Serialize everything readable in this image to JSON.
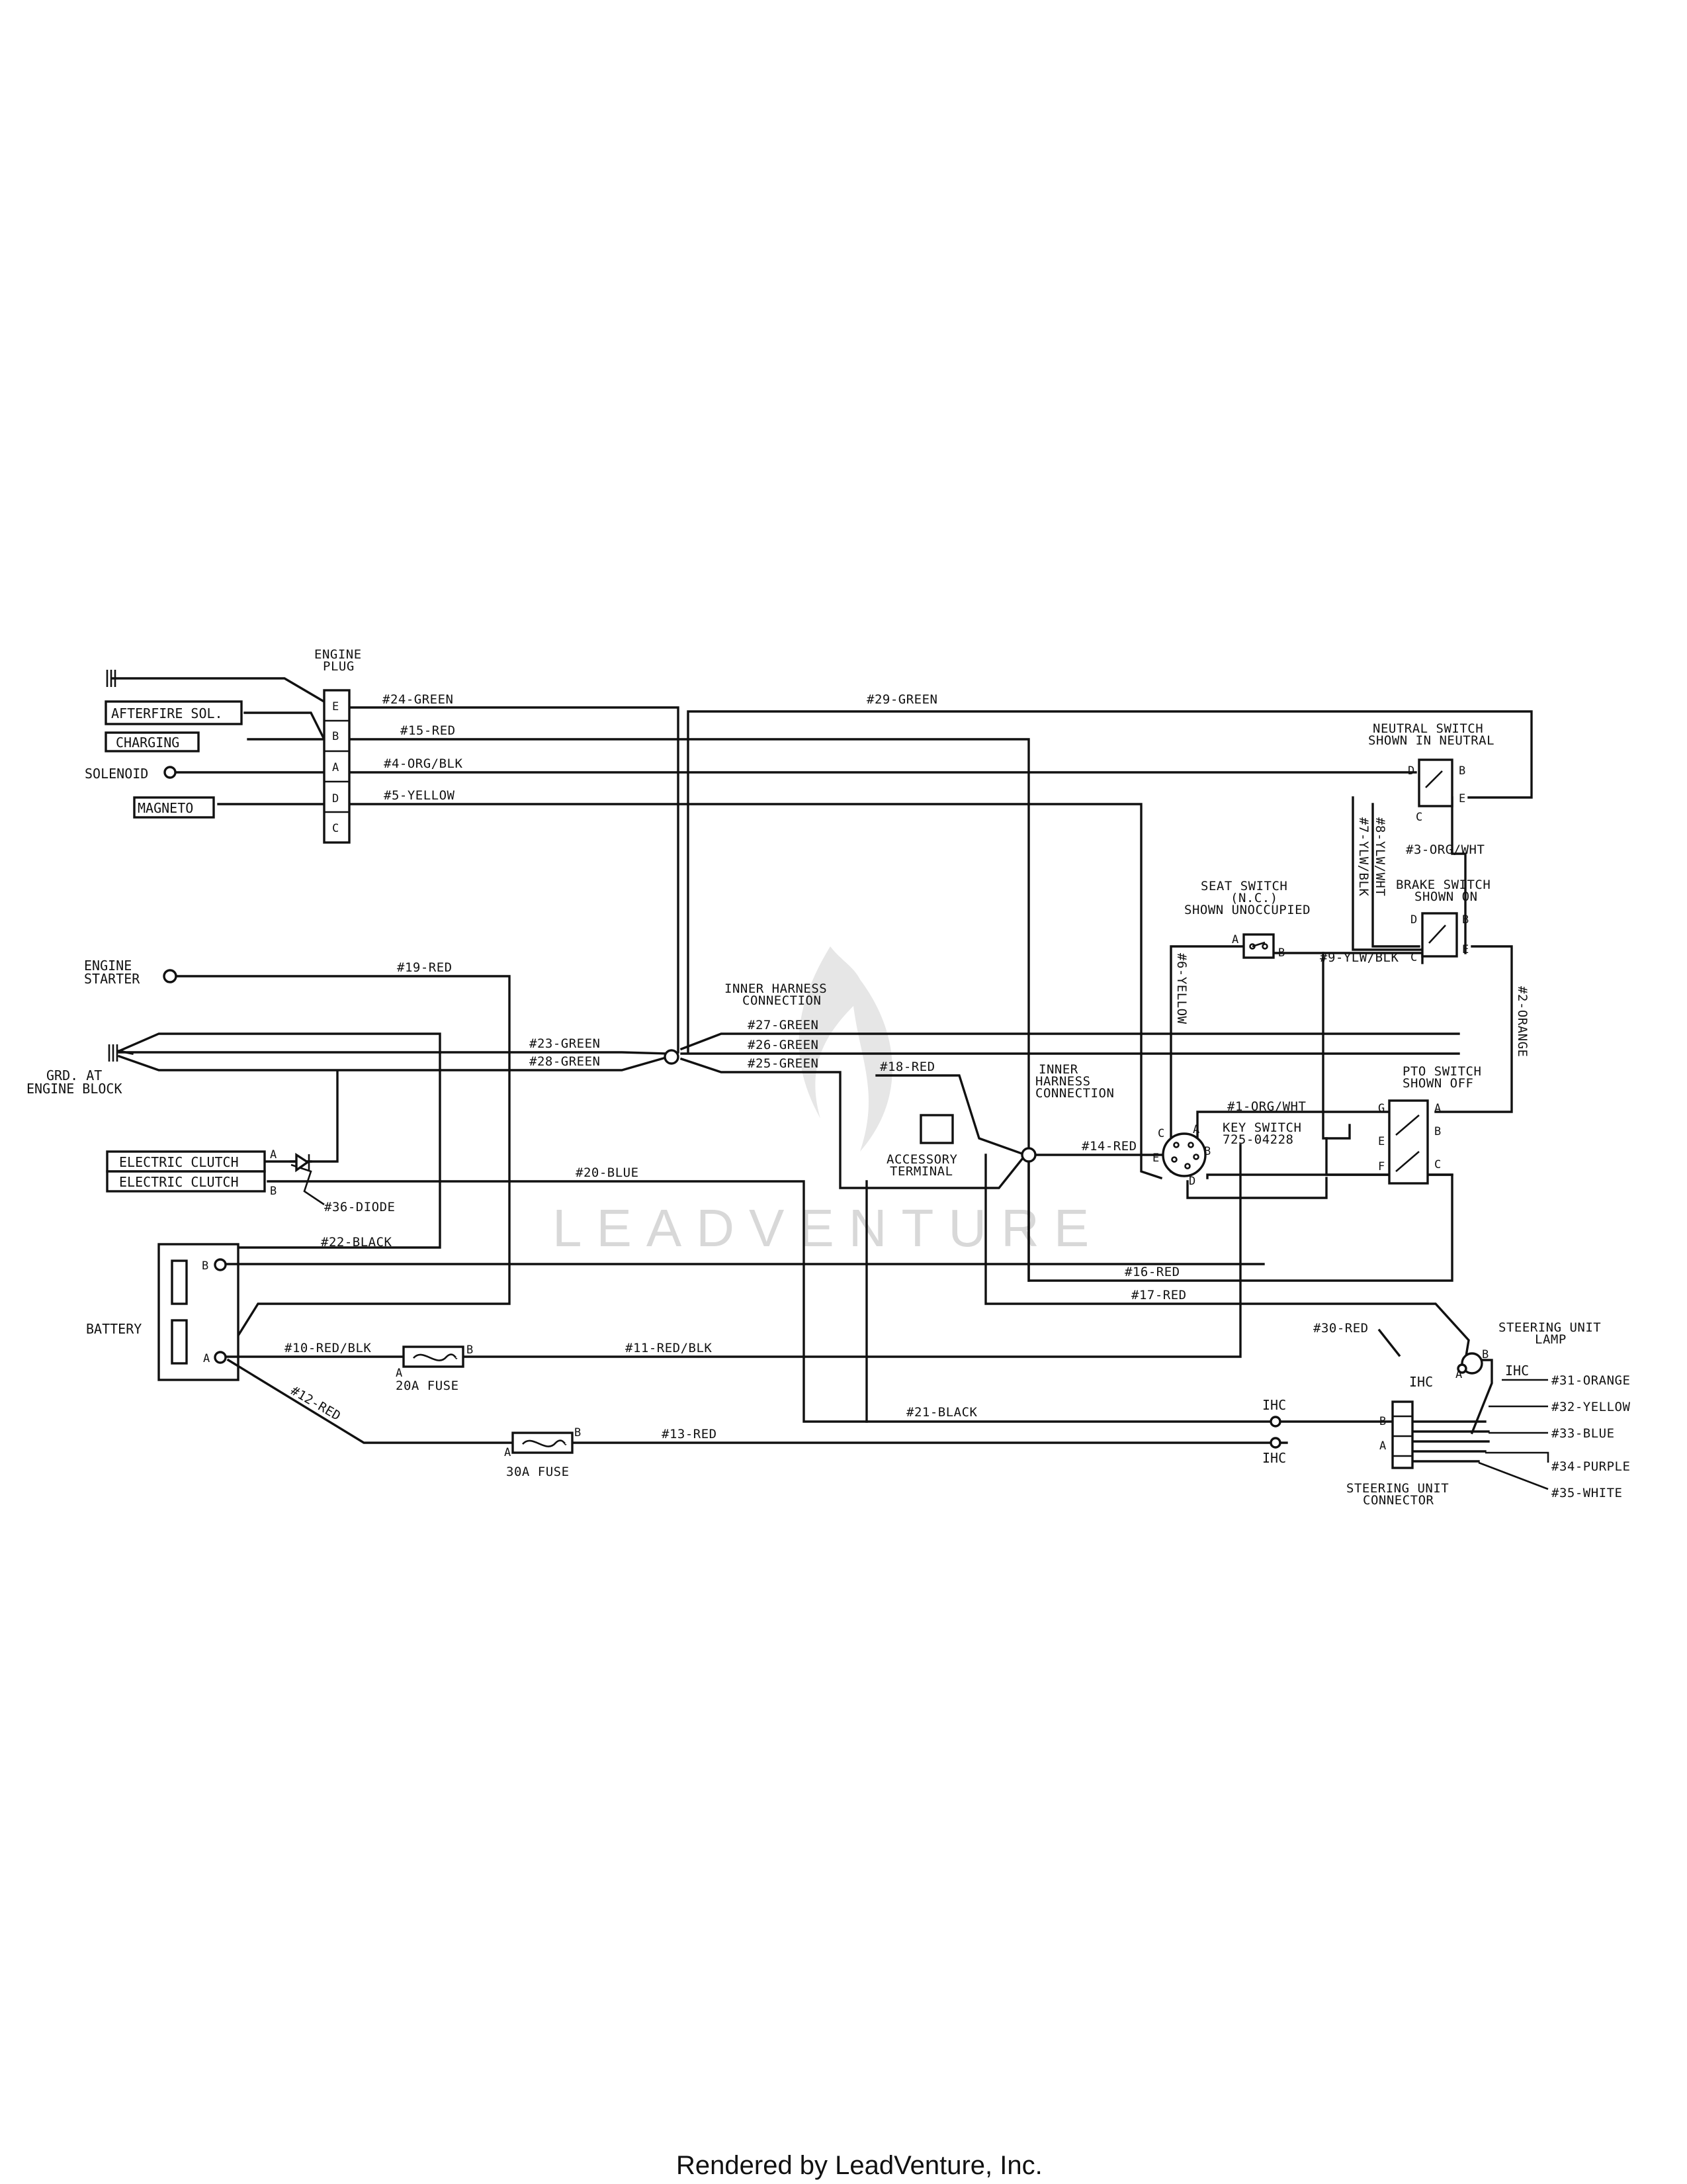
{
  "title": "",
  "watermark": {
    "text": "LEADVENTURE"
  },
  "footer": {
    "text": "Rendered by LeadVenture, Inc."
  },
  "components": {
    "engine_plug": {
      "line1": "ENGINE",
      "line2": "PLUG",
      "pins": [
        "E",
        "B",
        "A",
        "D",
        "C"
      ]
    },
    "afterfire": "AFTERFIRE SOL.",
    "charging": "CHARGING",
    "solenoid": "SOLENOID",
    "magneto": "MAGNETO",
    "engine_starter": {
      "line1": "ENGINE",
      "line2": "STARTER"
    },
    "ground": {
      "line1": "GRD. AT",
      "line2": "ENGINE BLOCK"
    },
    "electric_clutch_a": "ELECTRIC CLUTCH",
    "electric_clutch_b": "ELECTRIC CLUTCH",
    "battery": "BATTERY",
    "fuse_20a": "20A FUSE",
    "fuse_30a": "30A FUSE",
    "inner_harness_1": {
      "line1": "INNER HARNESS",
      "line2": "CONNECTION"
    },
    "inner_harness_2": {
      "line1": "INNER",
      "line2": "HARNESS",
      "line3": "CONNECTION"
    },
    "accessory_terminal": {
      "line1": "ACCESSORY",
      "line2": "TERMINAL"
    },
    "key_switch": {
      "line1": "KEY SWITCH",
      "line2": "725-04228"
    },
    "seat_switch": {
      "line1": "SEAT SWITCH",
      "line2": "(N.C.)",
      "line3": "SHOWN UNOCCUPIED"
    },
    "neutral_switch": {
      "line1": "NEUTRAL SWITCH",
      "line2": "SHOWN IN NEUTRAL"
    },
    "brake_switch": {
      "line1": "BRAKE SWITCH",
      "line2": "SHOWN ON"
    },
    "pto_switch": {
      "line1": "PTO SWITCH",
      "line2": "SHOWN OFF"
    },
    "steering_lamp": {
      "line1": "STEERING UNIT",
      "line2": "LAMP"
    },
    "steering_connector": {
      "line1": "STEERING UNIT",
      "line2": "CONNECTOR"
    },
    "ihc": "IHC"
  },
  "terminals": {
    "A": "A",
    "B": "B",
    "C": "C",
    "D": "D",
    "E": "E",
    "F": "F",
    "G": "G"
  },
  "wires": {
    "w1": "#1-ORG/WHT",
    "w2": "#2-ORANGE",
    "w3": "#3-ORG/WHT",
    "w4": "#4-ORG/BLK",
    "w5": "#5-YELLOW",
    "w6": "#6-YELLOW",
    "w7": "#7-YLW/BLK",
    "w8": "#8-YLW/WHT",
    "w9": "#9-YLW/BLK",
    "w10": "#10-RED/BLK",
    "w11": "#11-RED/BLK",
    "w12": "#12-RED",
    "w13": "#13-RED",
    "w14": "#14-RED",
    "w15": "#15-RED",
    "w16": "#16-RED",
    "w17": "#17-RED",
    "w18": "#18-RED",
    "w19": "#19-RED",
    "w20": "#20-BLUE",
    "w21": "#21-BLACK",
    "w22": "#22-BLACK",
    "w23": "#23-GREEN",
    "w24": "#24-GREEN",
    "w25": "#25-GREEN",
    "w26": "#26-GREEN",
    "w27": "#27-GREEN",
    "w28": "#28-GREEN",
    "w29": "#29-GREEN",
    "w30": "#30-RED",
    "w31": "#31-ORANGE",
    "w32": "#32-YELLOW",
    "w33": "#33-BLUE",
    "w34": "#34-PURPLE",
    "w35": "#35-WHITE",
    "w36": "#36-DIODE"
  }
}
